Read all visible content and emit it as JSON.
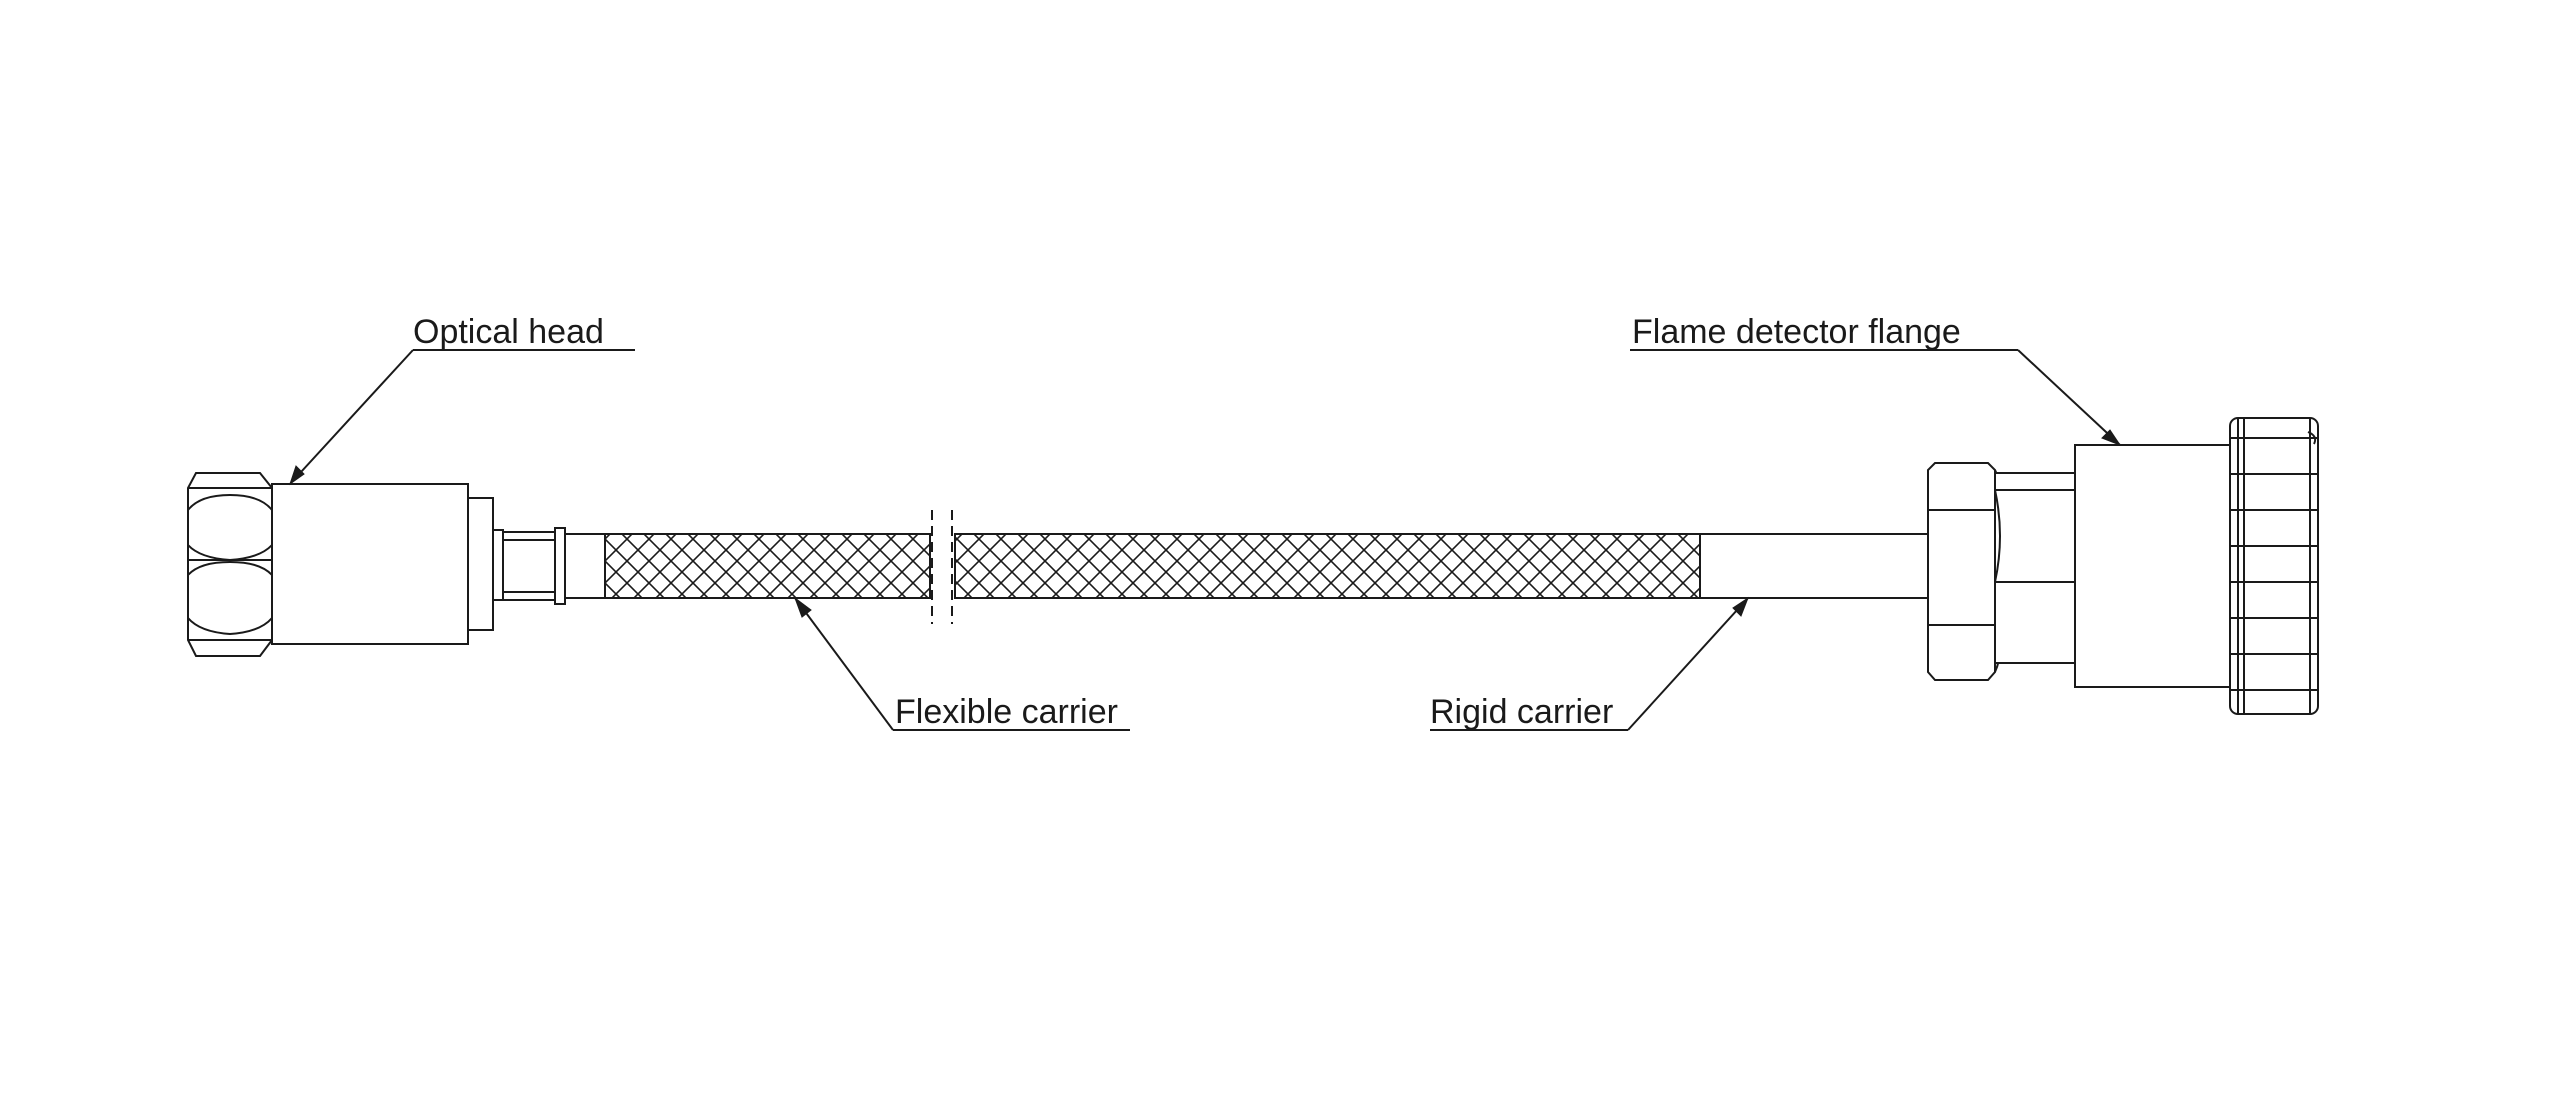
{
  "labels": {
    "optical_head": "Optical head",
    "flame_detector_flange": "Flame detector flange",
    "flexible_carrier": "Flexible carrier",
    "rigid_carrier": "Rigid carrier"
  },
  "colors": {
    "line": "#1a1a1a",
    "background": "#ffffff"
  }
}
